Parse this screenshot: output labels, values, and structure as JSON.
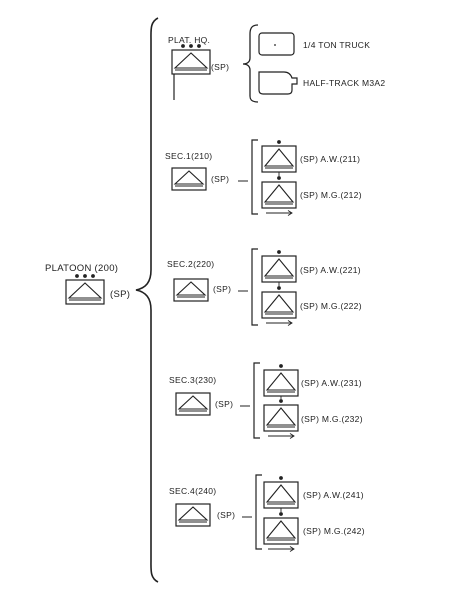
{
  "platoon": {
    "name": "PLATOON  (200)",
    "sp": "(SP)"
  },
  "hq": {
    "name": "PLAT. HQ.",
    "sp": "(SP)",
    "vehicles": [
      {
        "label": "1/4 TON TRUCK",
        "icon": "truck-icon"
      },
      {
        "label": "HALF-TRACK M3A2",
        "icon": "half-track-icon"
      }
    ]
  },
  "sections": [
    {
      "name": "SEC.1(210)",
      "sp": "(SP)",
      "aw": "(SP) A.W.(211)",
      "mg": "(SP) M.G.(212)"
    },
    {
      "name": "SEC.2(220)",
      "sp": "(SP)",
      "aw": "(SP) A.W.(221)",
      "mg": "(SP) M.G.(222)"
    },
    {
      "name": "SEC.3(230)",
      "sp": "(SP)",
      "aw": "(SP) A.W.(231)",
      "mg": "(SP) M.G.(232)"
    },
    {
      "name": "SEC.4(240)",
      "sp": "(SP)",
      "aw": "(SP) A.W.(241)",
      "mg": "(SP) M.G.(242)"
    }
  ],
  "colors": {
    "ink": "#222222",
    "paper": "#ffffff"
  }
}
